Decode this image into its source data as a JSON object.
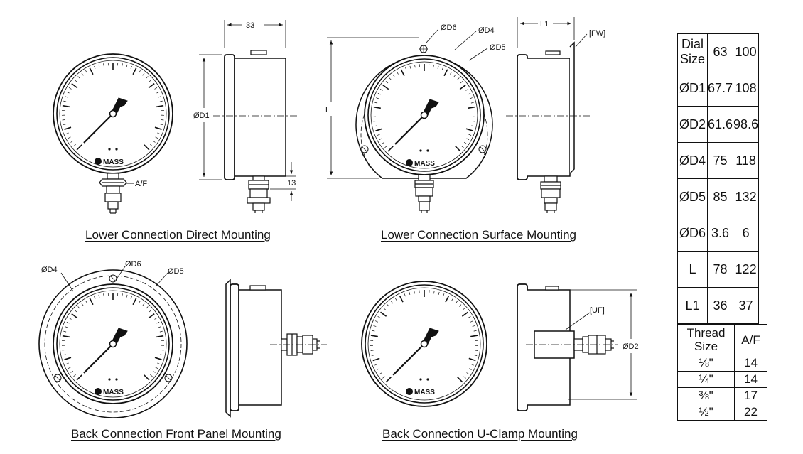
{
  "gauge": {
    "brand": "MASS"
  },
  "views": {
    "lower_direct": {
      "caption": "Lower Connection Direct Mounting",
      "label_af": "A/F",
      "label_d1": "ØD1",
      "dim_width": "33",
      "dim_thread": "13"
    },
    "lower_surface": {
      "caption": "Lower Connection Surface Mounting",
      "label_d6": "ØD6",
      "label_d4": "ØD4",
      "label_d5": "ØD5",
      "label_l": "L",
      "label_l1": "L1",
      "label_fw": "[FW]"
    },
    "back_front_panel": {
      "caption": "Back Connection Front Panel Mounting",
      "label_d4": "ØD4",
      "label_d6": "ØD6",
      "label_d5": "ØD5"
    },
    "back_uclamp": {
      "caption": "Back Connection U-Clamp Mounting",
      "label_uf": "[UF]",
      "label_d2": "ØD2"
    }
  },
  "dimension_table": {
    "rows": [
      [
        "Dial Size",
        "63",
        "100"
      ],
      [
        "ØD1",
        "67.7",
        "108"
      ],
      [
        "ØD2",
        "61.6",
        "98.6"
      ],
      [
        "ØD4",
        "75",
        "118"
      ],
      [
        "ØD5",
        "85",
        "132"
      ],
      [
        "ØD6",
        "3.6",
        "6"
      ],
      [
        "L",
        "78",
        "122"
      ],
      [
        "L1",
        "36",
        "37"
      ]
    ]
  },
  "thread_table": {
    "header": [
      "Thread Size",
      "A/F"
    ],
    "rows": [
      [
        "⅛\"",
        "14"
      ],
      [
        "¼\"",
        "14"
      ],
      [
        "⅜\"",
        "17"
      ],
      [
        "½\"",
        "22"
      ]
    ]
  }
}
